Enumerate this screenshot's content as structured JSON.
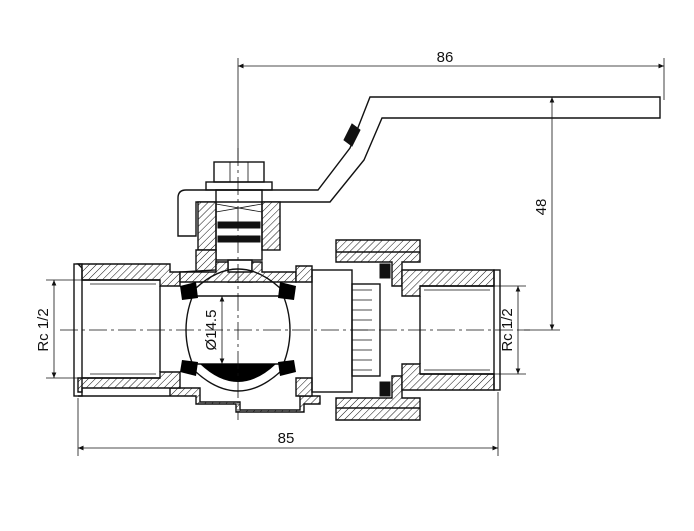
{
  "dimensions": {
    "handle_length": "86",
    "handle_height": "48",
    "body_length": "85",
    "ball_bore": "Ø14.5"
  },
  "thread_labels": {
    "left": "Rc 1/2",
    "right": "Rc 1/2"
  },
  "colors": {
    "ink": "#111111",
    "paper": "#ffffff"
  }
}
